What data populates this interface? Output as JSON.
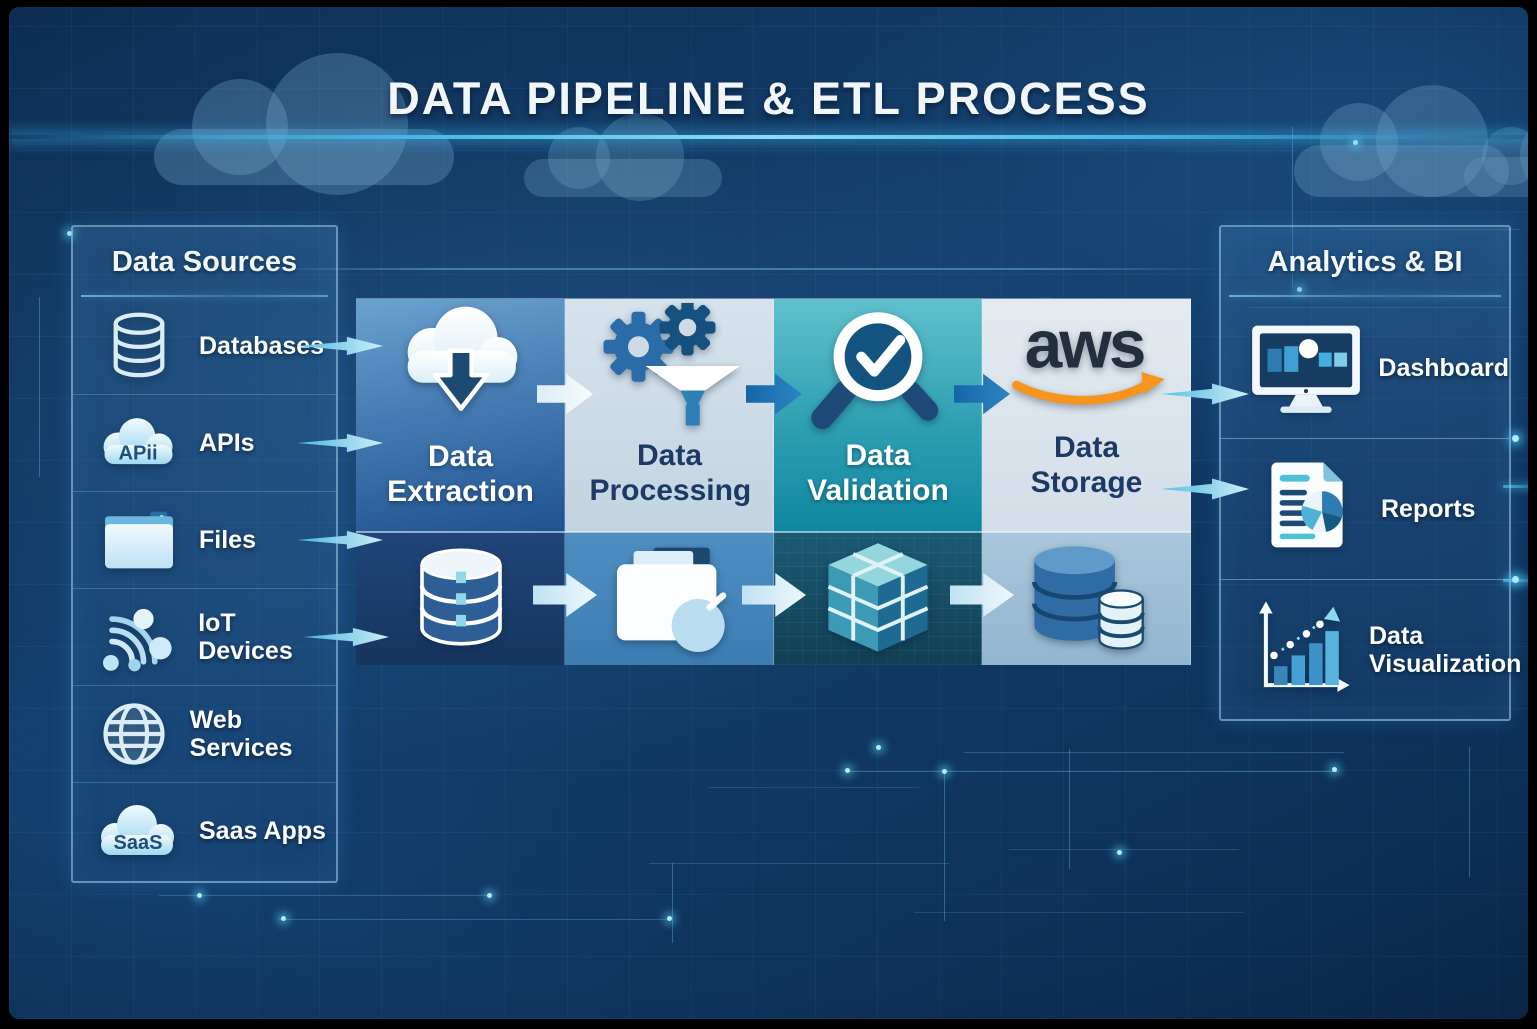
{
  "title": "DATA PIPELINE & ETL PROCESS",
  "colors": {
    "background_navy": "#123a66",
    "accent_cyan": "#3fc0ef",
    "teal_stage": "#1f96ab",
    "navy_text": "#1d3a66",
    "aws_orange": "#f7941d"
  },
  "data_sources": {
    "header": "Data Sources",
    "items": [
      {
        "label": "Databases",
        "icon": "database-icon"
      },
      {
        "label": "APIs",
        "icon": "api-cloud-icon",
        "icon_text": "APii"
      },
      {
        "label": "Files",
        "icon": "folder-icon"
      },
      {
        "label": "IoT Devices",
        "icon": "iot-devices-icon"
      },
      {
        "label": "Web Services",
        "icon": "globe-icon"
      },
      {
        "label": "Saas Apps",
        "icon": "saas-cloud-icon",
        "icon_text": "SaaS"
      }
    ]
  },
  "pipeline": {
    "stages": [
      {
        "label": "Data Extraction",
        "icon": "cloud-download-icon"
      },
      {
        "label": "Data Processing",
        "icon": "gears-funnel-icon"
      },
      {
        "label": "Data Validation",
        "icon": "magnifier-check-icon"
      },
      {
        "label": "Data Storage",
        "icon": "aws-logo",
        "logo_text": "aws"
      }
    ],
    "sub_icons": [
      "database-cluster-icon",
      "processed-files-icon",
      "data-cube-icon",
      "storage-databases-icon"
    ]
  },
  "analytics": {
    "header": "Analytics & BI",
    "items": [
      {
        "label": "Dashboard",
        "icon": "dashboard-monitor-icon"
      },
      {
        "label": "Reports",
        "icon": "report-document-icon"
      },
      {
        "label": "Data Visualization",
        "icon": "bar-chart-icon"
      }
    ]
  }
}
